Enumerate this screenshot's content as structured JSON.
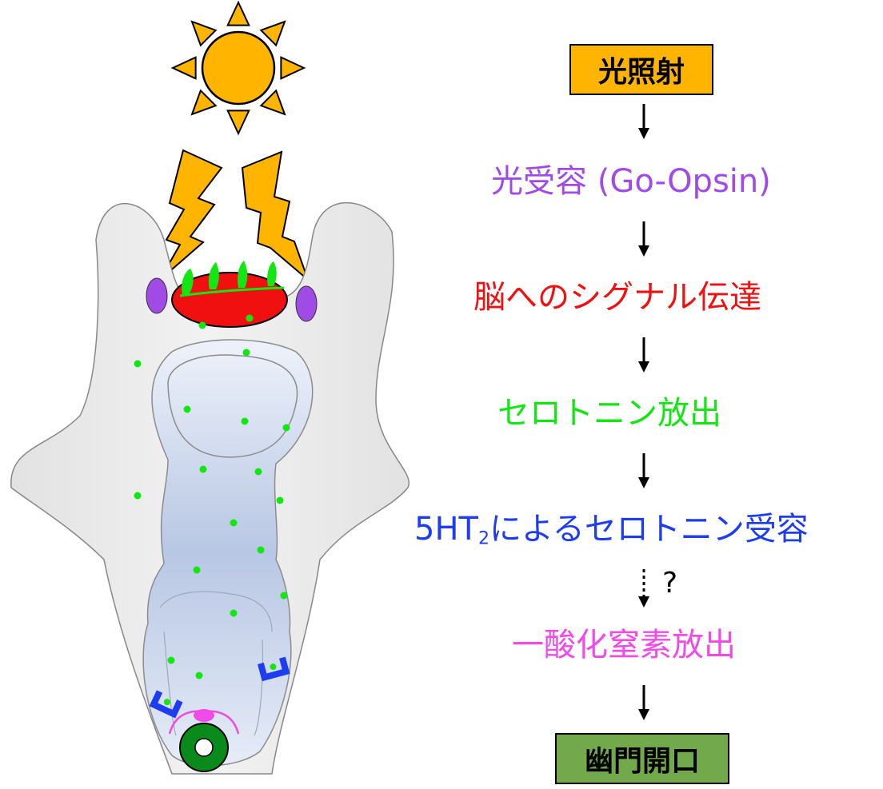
{
  "steps": {
    "light": {
      "label": "光照射",
      "fill": "#FFB400"
    },
    "photoreception": {
      "label": "光受容 (Go-Opsin)",
      "color": "#A04BE6"
    },
    "brain_signal": {
      "label": "脳へのシグナル伝達",
      "color": "#F01010"
    },
    "serotonin_release": {
      "label": "セロトニン放出",
      "color": "#14E614"
    },
    "receptor": {
      "prefix": "5HT",
      "subscript": "2",
      "label": "によるセロトニン受容",
      "color": "#1E3CF0"
    },
    "uncertain_marker": "?",
    "no_release": {
      "label": "一酸化窒素放出",
      "color": "#F04BE6"
    },
    "pylorus": {
      "label": "幽門開口",
      "fill": "#72A94B"
    }
  },
  "illustration": {
    "colors": {
      "sun": "#FFB400",
      "lightning": "#FFB400",
      "body": "#EBEBEB",
      "gut": "#C9D5EC",
      "brain": "#F01010",
      "eyes": "#A04BE6",
      "serotonin": "#14E614",
      "receptor": "#1E3CF0",
      "no_cell": "#F04BE6",
      "pylorus": "#0A8A1A"
    }
  }
}
